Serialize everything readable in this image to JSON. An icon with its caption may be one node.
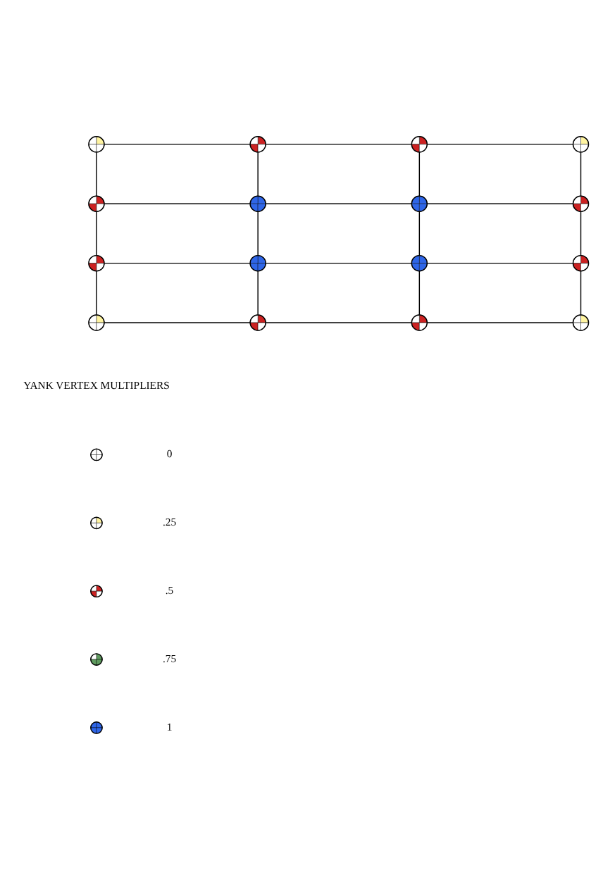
{
  "diagram": {
    "nodes": [
      {
        "text": [],
        "shape": "circle"
      },
      {
        "text": [],
        "shape": "circle"
      },
      {
        "text": [],
        "shape": "circle"
      },
      {
        "text": [],
        "shape": "circle"
      },
      {
        "text": [],
        "shape": "circle"
      },
      {
        "text": [],
        "shape": "circle"
      },
      {
        "text": [],
        "shape": "circle"
      },
      {
        "text": [],
        "shape": "circle"
      },
      {
        "text": [],
        "shape": "circle"
      },
      {
        "text": [],
        "shape": "circle"
      },
      {
        "text": [],
        "shape": "circle"
      },
      {
        "text": [],
        "shape": "circle"
      },
      {
        "text": [],
        "shape": "circle"
      },
      {
        "text": [],
        "shape": "circle"
      },
      {
        "text": [],
        "shape": "circle"
      },
      {
        "text": [],
        "shape": "circle"
      }
    ],
    "edges": [
      {
        "from": 0,
        "to": 1,
        "arrow": "none"
      },
      {
        "from": 1,
        "to": 2,
        "arrow": "none"
      },
      {
        "from": 2,
        "to": 3,
        "arrow": "none"
      },
      {
        "from": 4,
        "to": 5,
        "arrow": "none"
      },
      {
        "from": 5,
        "to": 6,
        "arrow": "none"
      },
      {
        "from": 6,
        "to": 7,
        "arrow": "none"
      },
      {
        "from": 8,
        "to": 9,
        "arrow": "none"
      },
      {
        "from": 9,
        "to": 10,
        "arrow": "none"
      },
      {
        "from": 10,
        "to": 11,
        "arrow": "none"
      },
      {
        "from": 12,
        "to": 13,
        "arrow": "none"
      },
      {
        "from": 13,
        "to": 14,
        "arrow": "none"
      },
      {
        "from": 14,
        "to": 15,
        "arrow": "none"
      },
      {
        "from": 0,
        "to": 4,
        "arrow": "none"
      },
      {
        "from": 4,
        "to": 8,
        "arrow": "none"
      },
      {
        "from": 8,
        "to": 12,
        "arrow": "none"
      },
      {
        "from": 1,
        "to": 5,
        "arrow": "none"
      },
      {
        "from": 5,
        "to": 9,
        "arrow": "none"
      },
      {
        "from": 9,
        "to": 13,
        "arrow": "none"
      },
      {
        "from": 2,
        "to": 6,
        "arrow": "none"
      },
      {
        "from": 6,
        "to": 10,
        "arrow": "none"
      },
      {
        "from": 10,
        "to": 14,
        "arrow": "none"
      },
      {
        "from": 3,
        "to": 7,
        "arrow": "none"
      },
      {
        "from": 7,
        "to": 11,
        "arrow": "none"
      },
      {
        "from": 11,
        "to": 15,
        "arrow": "none"
      }
    ],
    "labels": [
      "YANK VERTEX MULTIPLIERS"
    ],
    "legend": [
      {
        "text": "0"
      },
      {
        "text": ".25"
      },
      {
        "text": ".5"
      },
      {
        "text": ".75"
      },
      {
        "text": "1"
      }
    ]
  }
}
